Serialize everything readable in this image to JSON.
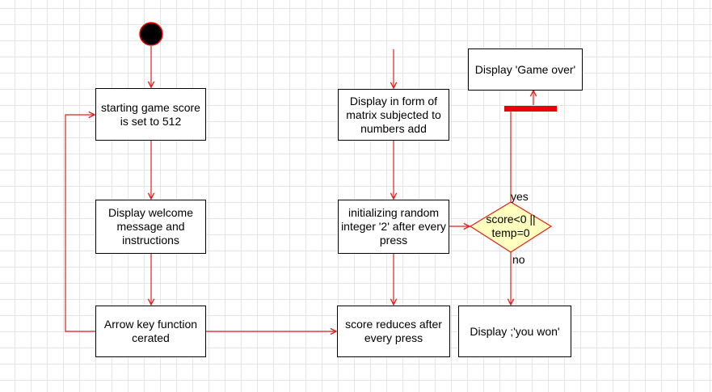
{
  "nodes": {
    "start_score": "starting game score is set to 512",
    "welcome": "Display welcome message and instructions",
    "arrow_key": "Arrow key function cerated",
    "matrix": "Display in form of matrix subjected to numbers add",
    "random_int": "initializing random integer '2' after every press",
    "score_reduces": "score reduces after every press",
    "game_over": "Display 'Game over'",
    "you_won": "Display ;'you won'"
  },
  "decision": {
    "line1": "score<0 ||",
    "line2": "temp=0"
  },
  "edge_labels": {
    "yes": "yes",
    "no": "no"
  },
  "colors": {
    "edge": "#e0201b",
    "start": "#000000",
    "start_border": "#ff0000",
    "decision_fill": "#ffffc0",
    "decision_border": "#e0201b",
    "bar": "#ee0000"
  }
}
